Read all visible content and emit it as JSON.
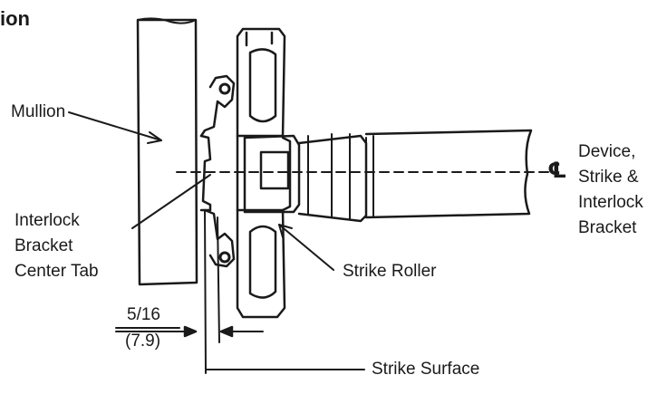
{
  "heading": "ion",
  "labels": {
    "mullion": "Mullion",
    "interlock_tab": [
      "Interlock",
      "Bracket",
      "Center Tab"
    ],
    "device_strike": [
      "Device,",
      "Strike &",
      "Interlock",
      "Bracket"
    ],
    "strike_roller": "Strike Roller",
    "strike_surface": "Strike Surface",
    "centerline_symbol": "℄"
  },
  "dimension": {
    "fraction": "5/16",
    "metric": "(7.9)"
  }
}
